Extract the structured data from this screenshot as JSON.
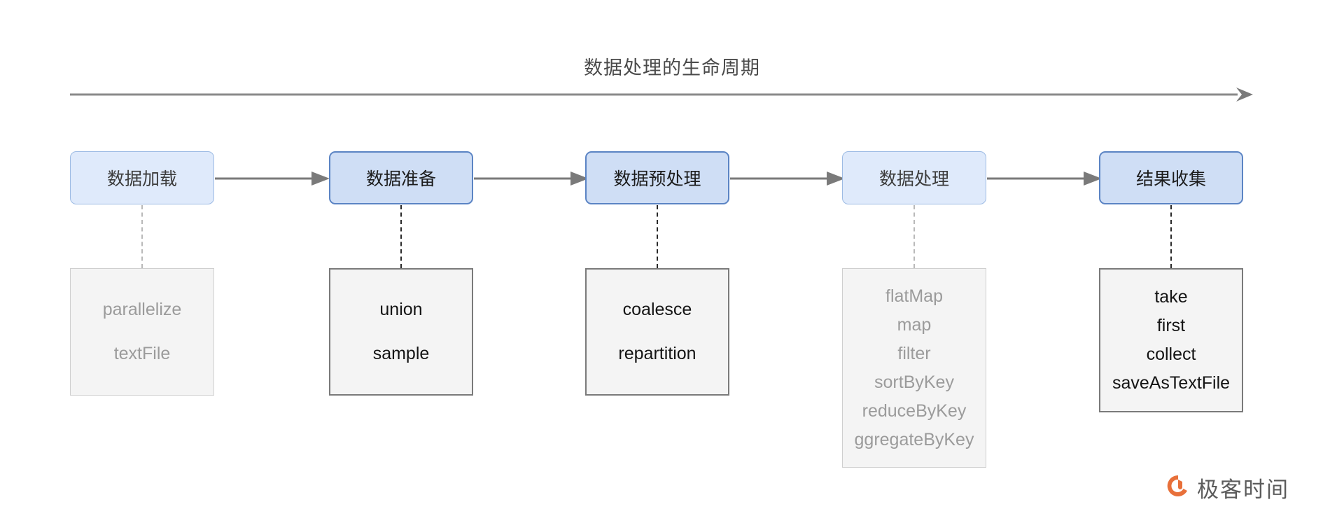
{
  "diagram": {
    "title": "数据处理的生命周期",
    "timeline_arrow_name": "timeline-arrow",
    "colors": {
      "stage_strong_fill": "#cfdef5",
      "stage_strong_border": "#5b84c4",
      "stage_weak_fill": "#dfeafb",
      "stage_weak_border": "#9dbbe4",
      "method_fill": "#f4f4f4",
      "method_strong_border": "#7a7a7a",
      "method_weak_border": "#cfcfcf",
      "text_strong": "#141414",
      "text_weak": "#9b9b9b",
      "arrow": "#7a7a7a",
      "title": "#4a4a4a",
      "watermark_orange": "#e8703a"
    },
    "stages": [
      {
        "id": "data-load",
        "label": "数据加载",
        "emphasis": "weak",
        "methods": [
          "parallelize",
          "textFile"
        ]
      },
      {
        "id": "data-prepare",
        "label": "数据准备",
        "emphasis": "strong",
        "methods": [
          "union",
          "sample"
        ]
      },
      {
        "id": "data-preprocess",
        "label": "数据预处理",
        "emphasis": "strong",
        "methods": [
          "coalesce",
          "repartition"
        ]
      },
      {
        "id": "data-process",
        "label": "数据处理",
        "emphasis": "weak",
        "methods": [
          "flatMap",
          "map",
          "filter",
          "sortByKey",
          "reduceByKey",
          "ggregateByKey"
        ]
      },
      {
        "id": "result-collect",
        "label": "结果收集",
        "emphasis": "strong",
        "methods": [
          "take",
          "first",
          "collect",
          "saveAsTextFile"
        ]
      }
    ]
  },
  "watermark": {
    "text": "极客时间",
    "logo_name": "geekbang-logo-icon"
  }
}
